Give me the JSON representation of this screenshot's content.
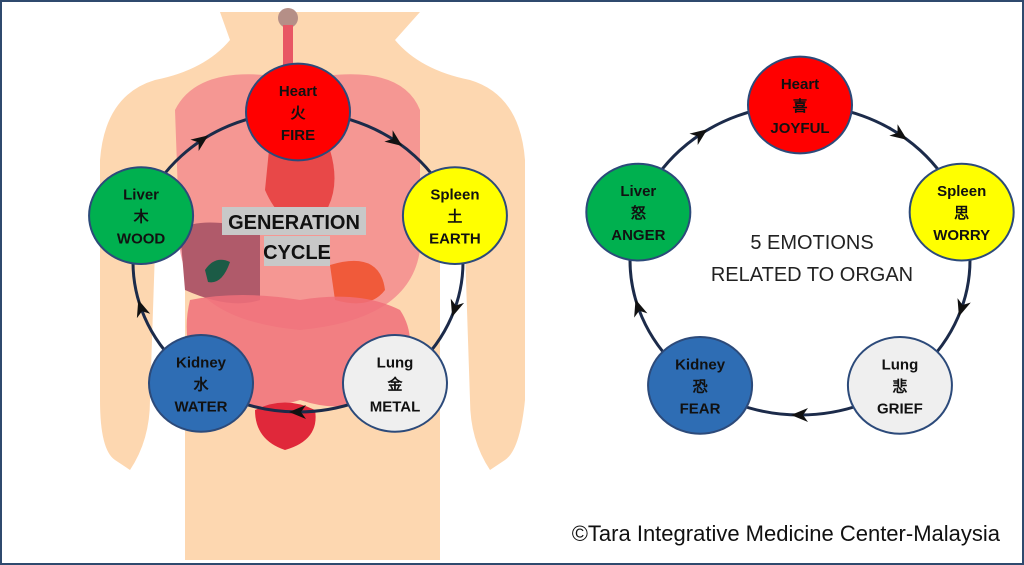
{
  "generation_cycle": {
    "title_line1": "GENERATION",
    "title_line2": "CYCLE",
    "nodes": [
      {
        "organ": "Heart",
        "char": "火",
        "element": "FIRE",
        "color": "#ff0000"
      },
      {
        "organ": "Spleen",
        "char": "土",
        "element": "EARTH",
        "color": "#ffff00"
      },
      {
        "organ": "Lung",
        "char": "金",
        "element": "METAL",
        "color": "#efefef"
      },
      {
        "organ": "Kidney",
        "char": "水",
        "element": "WATER",
        "color": "#2e6db4"
      },
      {
        "organ": "Liver",
        "char": "木",
        "element": "WOOD",
        "color": "#00b04f"
      }
    ]
  },
  "emotions_cycle": {
    "title_line1": "5 EMOTIONS",
    "title_line2": "RELATED TO ORGAN",
    "nodes": [
      {
        "organ": "Heart",
        "char": "喜",
        "emotion": "JOYFUL",
        "color": "#ff0000"
      },
      {
        "organ": "Spleen",
        "char": "思",
        "emotion": "WORRY",
        "color": "#ffff00"
      },
      {
        "organ": "Lung",
        "char": "悲",
        "emotion": "GRIEF",
        "color": "#efefef"
      },
      {
        "organ": "Kidney",
        "char": "恐",
        "emotion": "FEAR",
        "color": "#2e6db4"
      },
      {
        "organ": "Liver",
        "char": "怒",
        "emotion": "ANGER",
        "color": "#00b04f"
      }
    ]
  },
  "copyright": "©Tara Integrative Medicine Center-Malaysia"
}
